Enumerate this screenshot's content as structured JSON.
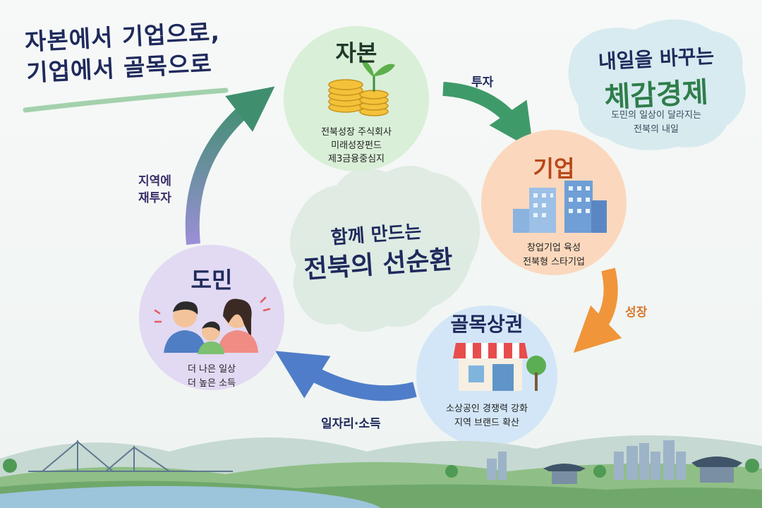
{
  "headline": {
    "line1": "자본에서 기업으로,",
    "line2": "기업에서 골목으로"
  },
  "tagline": {
    "line1": "내일을 바꾸는",
    "line2": "체감경제",
    "sub1": "도민의 일상이 달라지는",
    "sub2": "전북의 내일"
  },
  "center": {
    "line1": "함께 만드는",
    "line2": "전북의 선순환"
  },
  "nodes": {
    "capital": {
      "title": "자본",
      "lines": [
        "전북성장 주식회사",
        "미래성장펀드",
        "제3금융중심지"
      ]
    },
    "company": {
      "title": "기업",
      "lines": [
        "창업기업 육성",
        "전북형 스타기업"
      ]
    },
    "alley": {
      "title": "골목상권",
      "lines": [
        "소상공인 경쟁력 강화",
        "지역 브랜드 확산"
      ]
    },
    "residents": {
      "title": "도민",
      "lines": [
        "더 나은 일상",
        "더 높은 소득"
      ]
    }
  },
  "flows": {
    "invest": "투자",
    "growth": "성장",
    "jobs": "일자리·소득",
    "reinvest_line1": "지역에",
    "reinvest_line2": "재투자"
  },
  "colors": {
    "navy": "#1f2a5c",
    "green": "#2f7d4a",
    "capital_bg": "#d9efd7",
    "company_bg": "#fbd8bd",
    "alley_bg": "#d3e6f7",
    "residents_bg": "#e2d9f3",
    "invest_arrow": "#3f9a6a",
    "growth_arrow": "#f0953a",
    "jobs_arrow": "#4f7dc9",
    "reinvest_arrow": "#8a86cc",
    "growth_label": "#d9762a"
  },
  "icons": {
    "capital": "coin-stack-sprout-icon",
    "company": "office-buildings-icon",
    "alley": "storefront-icon",
    "residents": "family-icon"
  }
}
